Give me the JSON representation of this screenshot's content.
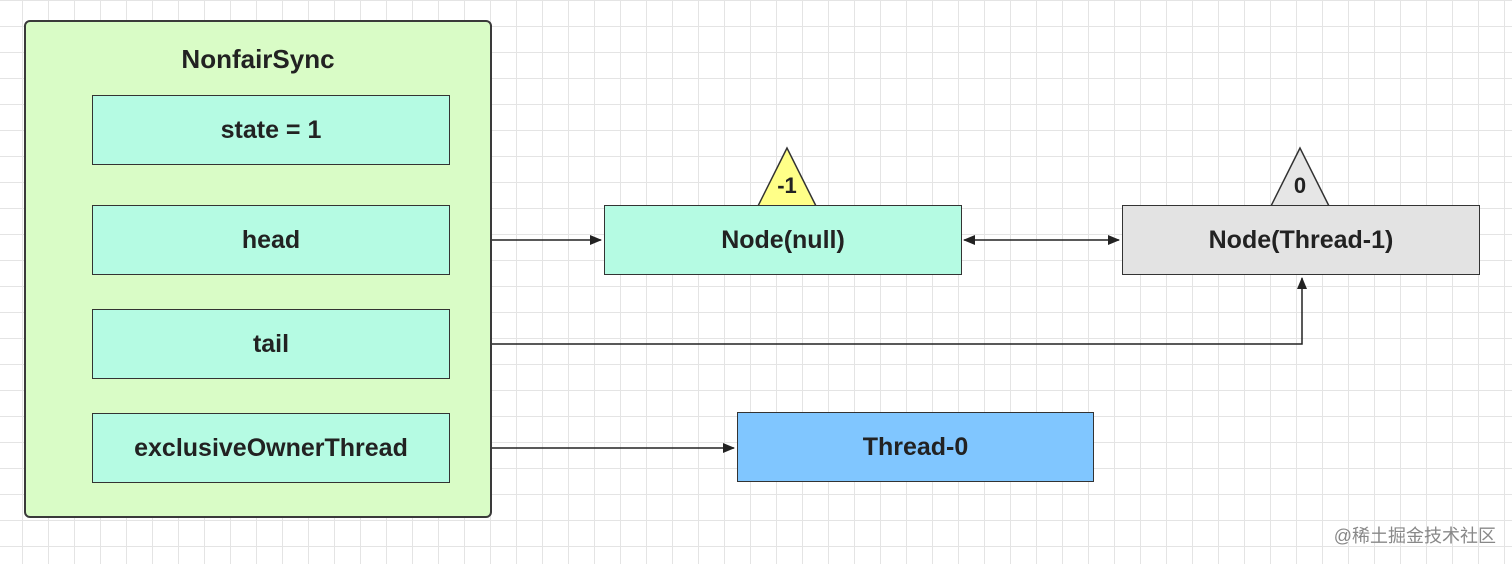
{
  "container": {
    "title": "NonfairSync",
    "fields": {
      "state": "state = 1",
      "head": "head",
      "tail": "tail",
      "owner": "exclusiveOwnerThread"
    }
  },
  "nodes": {
    "null_node": {
      "label": "Node(null)",
      "waitStatus": "-1",
      "color": "#b5fbe3",
      "badge_color": "#ffff88"
    },
    "thread1_node": {
      "label": "Node(Thread-1)",
      "waitStatus": "0",
      "color": "#e3e3e3",
      "badge_color": "#e6e6e6"
    },
    "thread0": {
      "label": "Thread-0",
      "color": "#80c6ff"
    }
  },
  "footer": {
    "text": "@稀土掘金技术社区"
  }
}
